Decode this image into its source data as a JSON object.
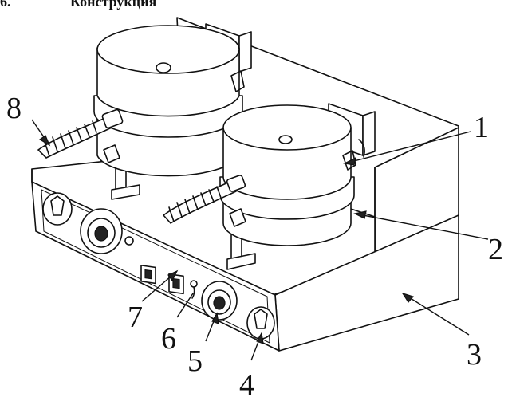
{
  "heading": {
    "number": "6.",
    "title": "Конструкция"
  },
  "callouts": [
    "1",
    "2",
    "3",
    "4",
    "5",
    "6",
    "7",
    "8"
  ],
  "colors": {
    "ink": "#111111",
    "paper": "#ffffff"
  }
}
